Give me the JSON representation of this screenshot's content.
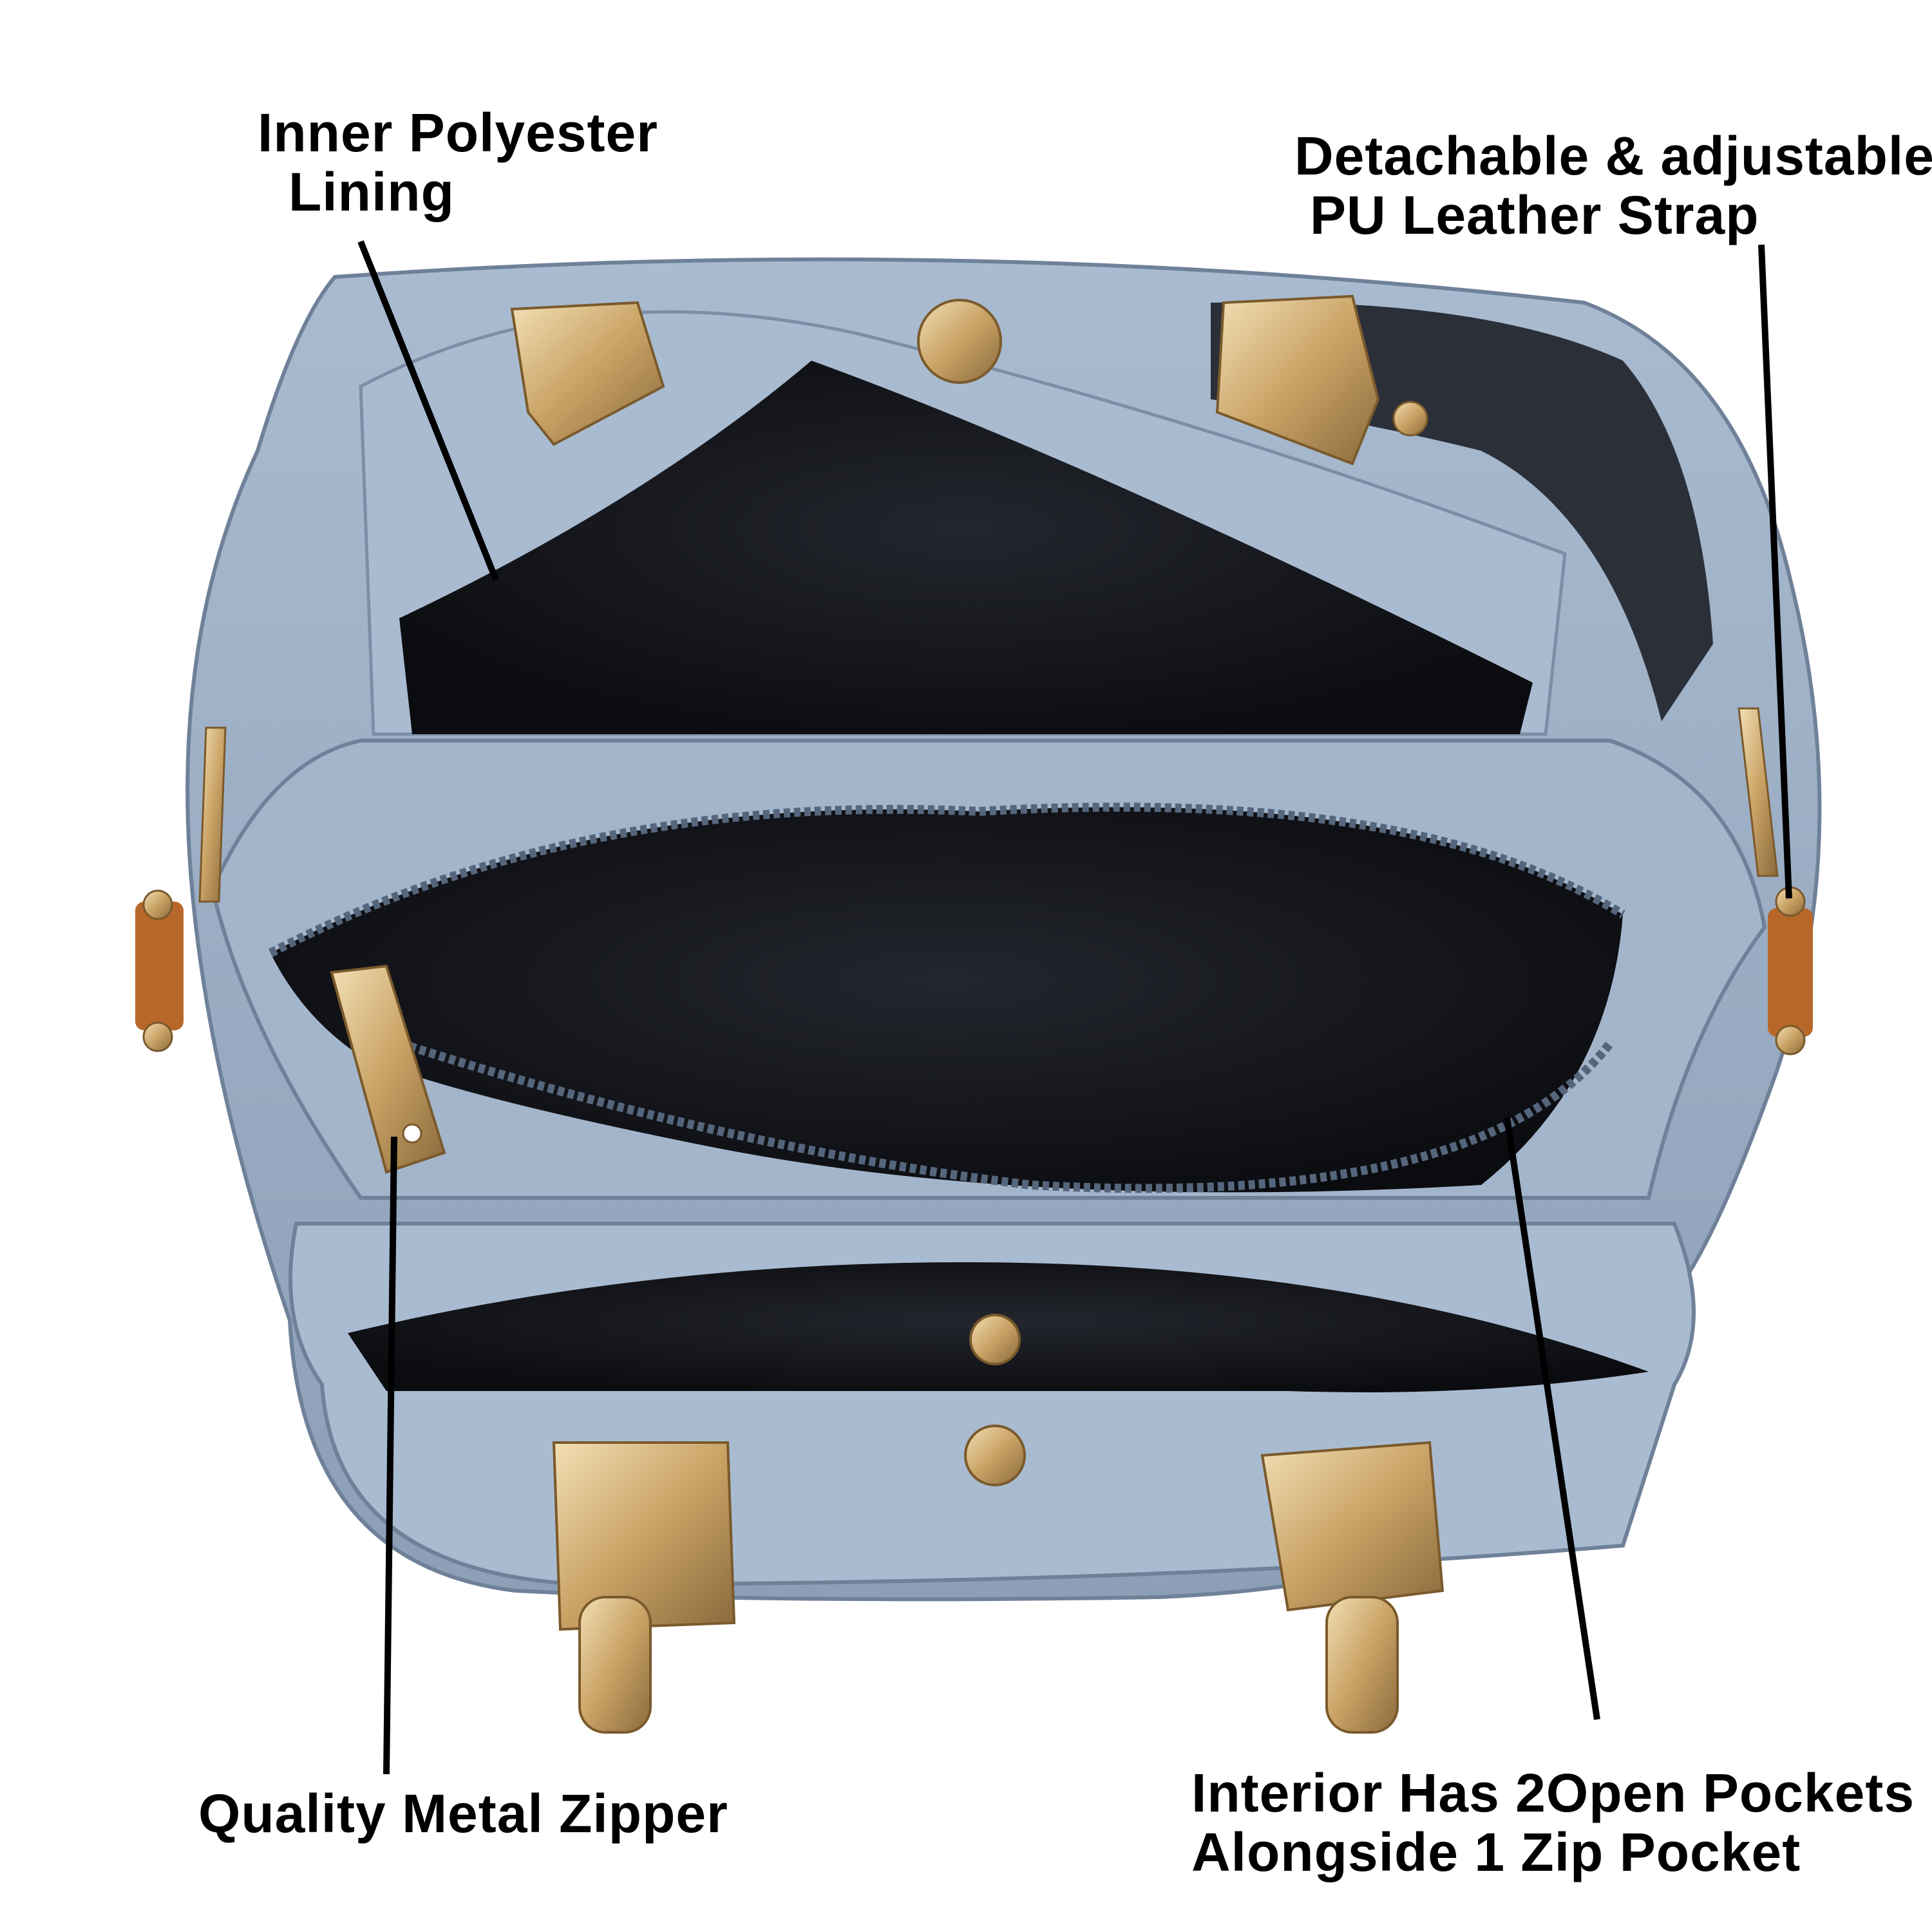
{
  "callouts": {
    "lining": {
      "line1": "Inner Polyester",
      "line2": "Lining"
    },
    "strap": {
      "line1": "Detachable & adjustable",
      "line2": "PU Leather Strap"
    },
    "zipper": {
      "line1": "Quality Metal Zipper"
    },
    "pockets": {
      "line1": "Interior Has 2Open Pockets",
      "line2": "Alongside 1 Zip Pocket"
    }
  },
  "colors": {
    "bag_body": "#9fb2c9",
    "bag_shadow": "#7d90a8",
    "lining": "#15171c",
    "hardware_gold": "#d8b47a",
    "tab_brown": "#b8672a",
    "pointer": "#000000"
  }
}
